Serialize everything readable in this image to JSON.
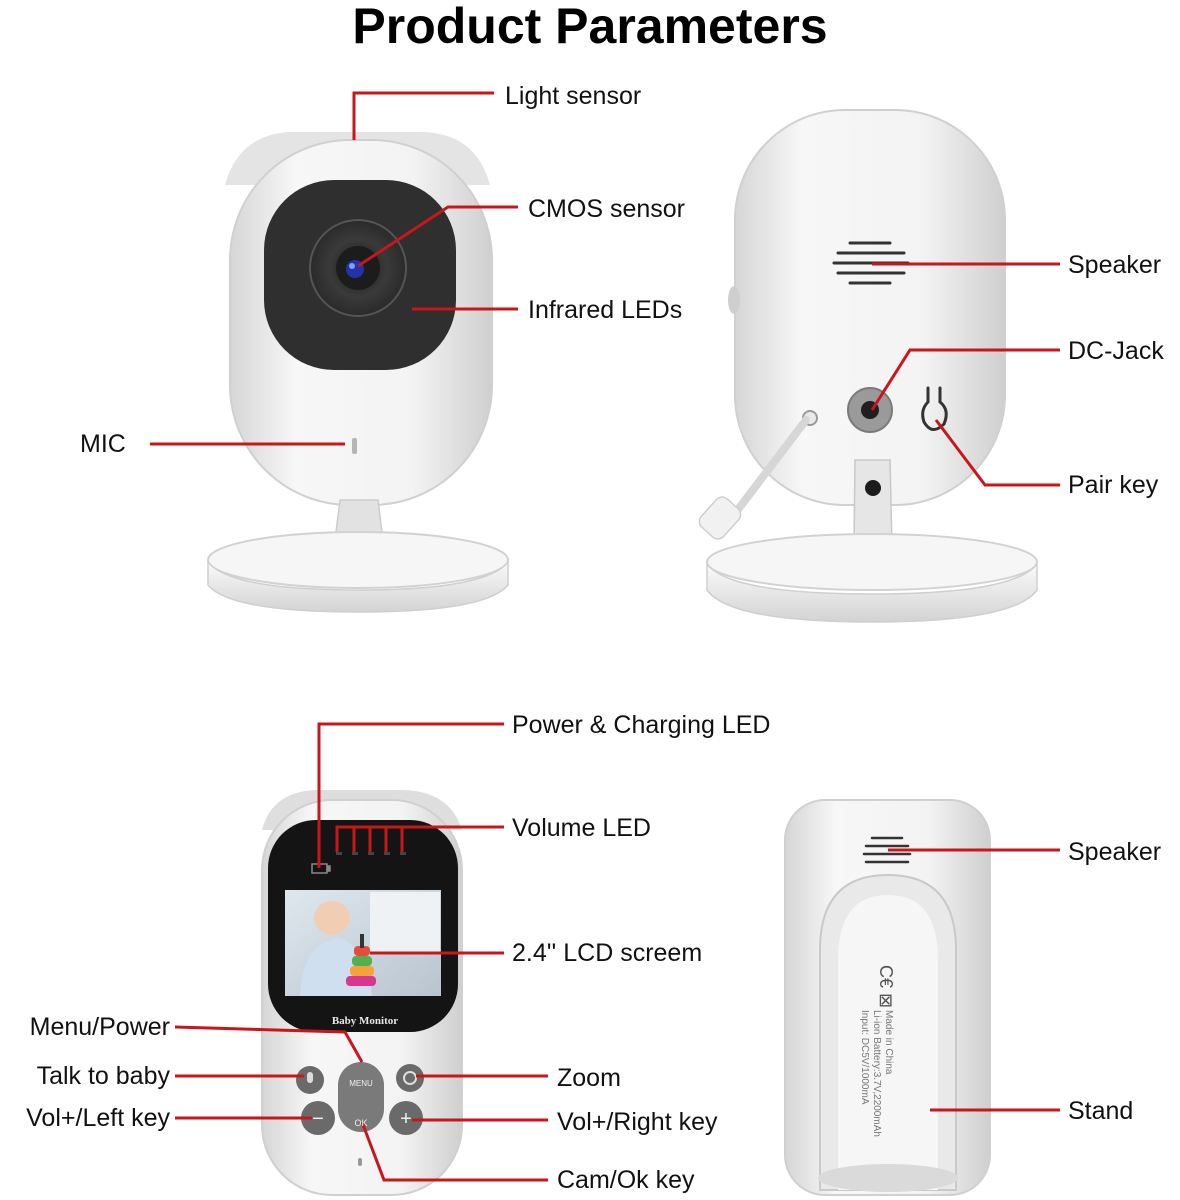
{
  "title": "Product Parameters",
  "colors": {
    "callout": "#c8161d",
    "device": "#f1f1f1",
    "shade": "#d9d9d9",
    "lens": "#2b2b2b"
  },
  "camera_front": {
    "labels": {
      "light_sensor": "Light sensor",
      "cmos_sensor": "CMOS sensor",
      "infrared_leds": "Infrared LEDs",
      "mic": "MIC"
    }
  },
  "camera_back": {
    "labels": {
      "speaker": "Speaker",
      "dc_jack": "DC-Jack",
      "pair_key": "Pair key"
    }
  },
  "monitor_front": {
    "screen_logo": "Baby Monitor",
    "button_labels": {
      "menu": "MENU",
      "ok": "OK",
      "minus": "−",
      "plus": "+"
    },
    "labels": {
      "power_led": "Power & Charging LED",
      "volume_led": "Volume LED",
      "lcd_screen": "2.4'' LCD screem",
      "menu_power": "Menu/Power",
      "talk_to_baby": "Talk to baby",
      "zoom": "Zoom",
      "vol_left": "Vol+/Left key",
      "vol_right": "Vol+/Right key",
      "cam_ok": "Cam/Ok key"
    }
  },
  "monitor_back": {
    "rating_text": [
      "Input: DC5V/1000mA",
      "Li-ion Battery:3.7V,2200mAh",
      "Made in China"
    ],
    "labels": {
      "speaker": "Speaker",
      "stand": "Stand"
    }
  }
}
